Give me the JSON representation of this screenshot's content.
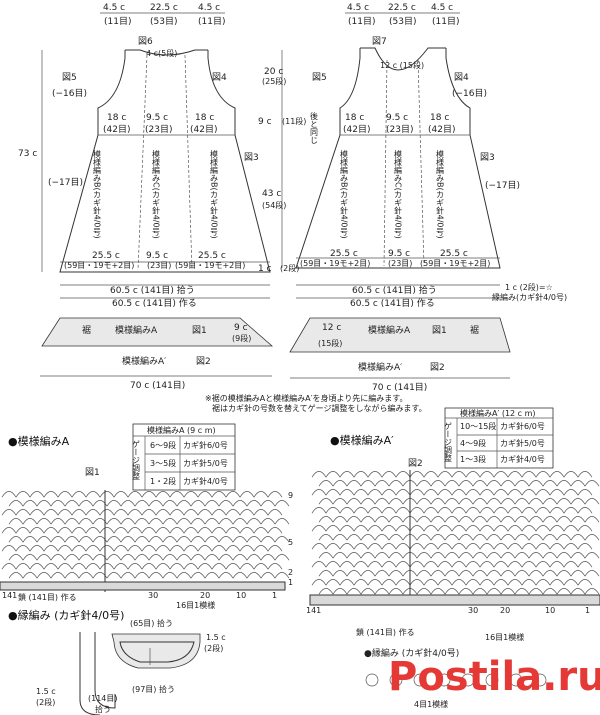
{
  "top_widths": {
    "left": [
      "4.5 c",
      "22.5 c",
      "4.5 c"
    ],
    "left_st": [
      "(11目)",
      "(53目)",
      "(11目)"
    ],
    "right": [
      "4.5 c",
      "22.5 c",
      "4.5 c"
    ],
    "right_st": [
      "(11目)",
      "(53目)",
      "(11目)"
    ]
  },
  "left_piece": {
    "fig6": "図6",
    "neck": "4 c(5段)",
    "fig5": "図5",
    "fig4": "図4",
    "fig3": "図3",
    "arm_rows": "(−16目)",
    "height_total": "73 c",
    "side_dec": "(−17目)",
    "w18_l": "18 c",
    "st42_l": "(42目)",
    "w95": "9.5 c",
    "st23": "(23目)",
    "w18_r": "18 c",
    "st42_r": "(42目)",
    "pat_b1": "模様編みB(カギ針4/0号)",
    "pat_c": "模様編みC(カギ針4/0号)",
    "pat_b2": "模様編みB(カギ針4/0号)",
    "bw_l": "25.5 c",
    "bst_l": "(59目・19モ+2目)",
    "bw_c": "9.5 c",
    "bst_c": "(23目)",
    "bw_r": "25.5 c",
    "bst_r": "(59目・19モ+2目)",
    "pickup": "60.5 c (141目) 拾う",
    "make": "60.5 c (141目) 作る",
    "hem": "裾",
    "pat_a": "模様編みA",
    "fig1": "図1",
    "hem_h": "9 c",
    "hem_rows": "(9段)",
    "pat_a2": "模様編みA′",
    "fig2": "図2",
    "hem_total": "70 c (141目)"
  },
  "right_piece": {
    "fig7": "図7",
    "fig5": "図5",
    "fig4": "図4",
    "fig3": "図3",
    "arm_rows": "(−16目)",
    "side_dec": "(−17目)",
    "strap": "20 c",
    "strap_rows": "(25段)",
    "neck": "12 c (15段)",
    "yoke_h": "9 c",
    "yoke_rows": "(11段)",
    "body_h": "43 c",
    "body_rows": "(54段)",
    "hem_edge": "1 c",
    "hem_edge_rows": "(2段)",
    "side_note": "後と同じ",
    "w18_l": "18 c",
    "st42_l": "(42目)",
    "w95": "9.5 c",
    "st23": "(23目)",
    "w18_r": "18 c",
    "st42_r": "(42目)",
    "pat_b1": "模様編みB(カギ針4/0号)",
    "pat_c": "模様編みC(カギ針4/0号)",
    "pat_b2": "模様編みB(カギ針4/0号)",
    "bw_l": "25.5 c",
    "bst_l": "(59目・19モ+2目)",
    "bw_c": "9.5 c",
    "bst_c": "(23目)",
    "bw_r": "25.5 c",
    "bst_r": "(59目・19モ+2目)",
    "pickup": "60.5 c (141目) 拾う",
    "make": "60.5 c (141目) 作る",
    "edge_note1": "1 c (2段)=☆",
    "edge_note2": "縁編み(カギ針4/0号)",
    "hem": "裾",
    "pat_a": "模様編みA",
    "fig1": "図1",
    "hem_h": "12 c",
    "hem_rows": "(15段)",
    "pat_a2": "模様編みA′",
    "fig2": "図2",
    "hem_total": "70 c (141目)"
  },
  "notes": {
    "line1": "※裾の模様編みAと模様編みA′を身頃より先に編みます。",
    "line2": "裾はカギ針の号数を替えてゲージ調整をしながら編みます。"
  },
  "section_a": {
    "title": "●模様編みA",
    "table_title": "模様編みA (9 c m)",
    "side": "ゲージ調整",
    "rows": [
      [
        "6〜9段",
        "カギ針6/0号"
      ],
      [
        "3〜5段",
        "カギ針5/0号"
      ],
      [
        "1・2段",
        "カギ針4/0号"
      ]
    ],
    "fig": "図1",
    "row_labels": [
      "9",
      "5",
      "2",
      "1"
    ],
    "base": "鎖 (141目) 作る",
    "ticks": [
      "141",
      "30",
      "20",
      "10",
      "1"
    ],
    "repeat": "16目1模様"
  },
  "section_a2": {
    "title": "●模様編みA′",
    "table_title": "模様編みA′ (12 c m)",
    "side": "ゲージ調整",
    "rows": [
      [
        "10〜15段",
        "カギ針6/0号"
      ],
      [
        "4〜9段",
        "カギ針5/0号"
      ],
      [
        "1〜3段",
        "カギ針4/0号"
      ]
    ],
    "fig": "図2",
    "base": "鎖 (141目) 作る",
    "ticks": [
      "141",
      "30",
      "20",
      "10",
      "1"
    ],
    "repeat": "16目1模様"
  },
  "edging": {
    "title": "●縁編み (カギ針4/0号)",
    "pick65": "(65目) 拾う",
    "w15": "1.5 c",
    "r2": "(2段)",
    "w15b": "1.5 c",
    "r2b": "(2段)",
    "pick97": "(97目) 拾う",
    "pick114": "(114目)",
    "pickup_word": "拾う"
  },
  "edging2": {
    "title": "●縁編み (カギ針4/0号)",
    "repeat": "4目1模様"
  },
  "watermark": "Postila.ru"
}
